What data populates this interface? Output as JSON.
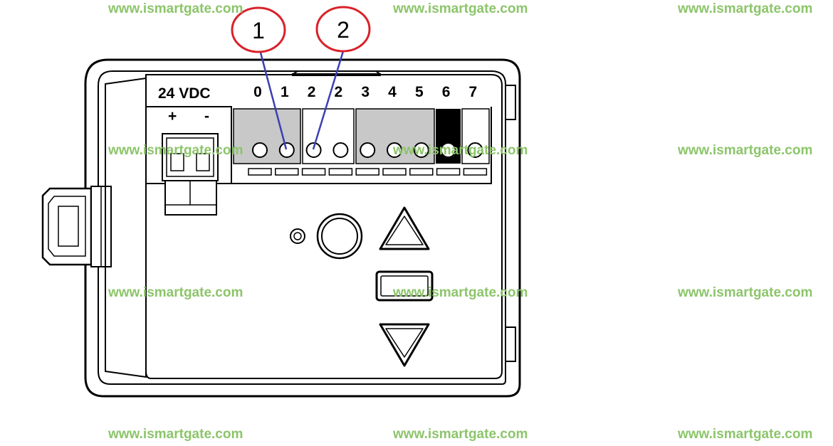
{
  "watermark": "www.ismartgate.com",
  "power": {
    "label": "24 VDC",
    "plus": "+",
    "minus": "-"
  },
  "terminals": [
    "0",
    "1",
    "2",
    "2",
    "3",
    "4",
    "5",
    "6",
    "7"
  ],
  "callouts": [
    {
      "number": "1",
      "terminal": "1"
    },
    {
      "number": "2",
      "terminal": "2"
    }
  ],
  "colors": {
    "watermark": "#8cc56a",
    "callout_ring": "#d9222a",
    "callout_line": "#3b3fb4",
    "terminal_block_grey": "#c8c8c8",
    "terminal_block_black": "#000000"
  },
  "icons": [
    "led-indicator-icon",
    "round-button-icon",
    "up-arrow-icon",
    "stop-icon",
    "down-arrow-icon"
  ]
}
